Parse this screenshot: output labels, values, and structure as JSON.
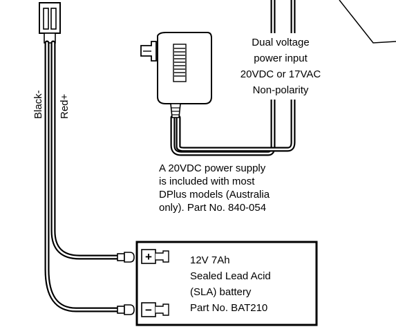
{
  "wires": {
    "black_label": "Black-",
    "red_label": "Red+"
  },
  "power_input": {
    "lines": [
      "Dual voltage",
      "power input",
      "20VDC or 17VAC",
      "Non-polarity"
    ]
  },
  "power_supply_note": {
    "lines": [
      "A 20VDC power supply",
      "is included with most",
      "DPlus models (Australia",
      "only). Part No. 840-054"
    ]
  },
  "battery": {
    "lines": [
      "12V 7Ah",
      "Sealed Lead Acid",
      "(SLA) battery",
      "Part No. BAT210"
    ],
    "positive_symbol": "+",
    "negative_symbol": "−"
  }
}
